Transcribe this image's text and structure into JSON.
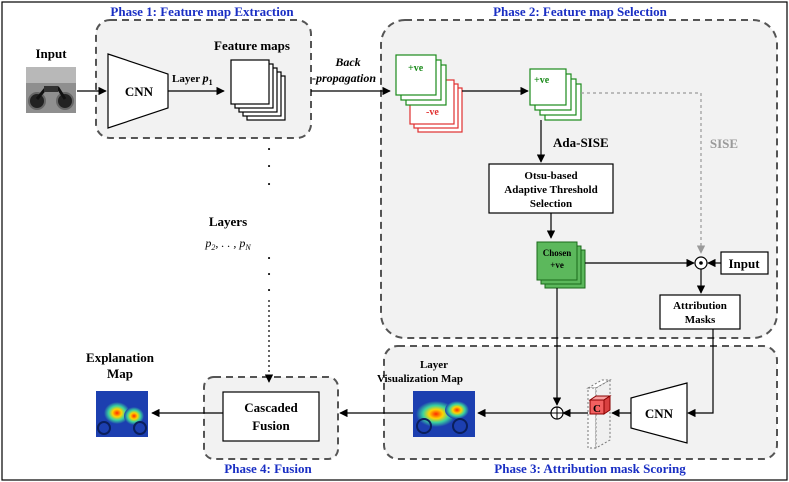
{
  "phases": {
    "p1": "Phase 1: Feature map Extraction",
    "p2": "Phase 2: Feature map Selection",
    "p3": "Phase 3: Attribution mask Scoring",
    "p4": "Phase 4: Fusion"
  },
  "labels": {
    "input": "Input",
    "cnn": "CNN",
    "layer_prefix": "Layer ",
    "layer_var": "p",
    "layer_sub": "1",
    "feature_maps": "Feature maps",
    "back1": "Back",
    "back2": "-propagation",
    "pos": "+ve",
    "neg": "-ve",
    "ada_sise": "Ada-SISE",
    "sise": "SISE",
    "otsu1": "Otsu-based",
    "otsu2": "Adaptive Threshold",
    "otsu3": "Selection",
    "chosen1": "Chosen",
    "chosen2": "+ve",
    "input2": "Input",
    "attr1": "Attribution",
    "attr2": "Masks",
    "layers": "Layers",
    "layers_var": "p",
    "layers_sub2": "2",
    "layers_mid": ", . . , ",
    "layers_subN": "N",
    "layer_viz1": "Layer",
    "layer_viz2": "Visualization Map",
    "cnn2": "CNN",
    "c": "C",
    "cascaded1": "Cascaded",
    "cascaded2": "Fusion",
    "expl1": "Explanation",
    "expl2": "Map",
    "dots": "·"
  },
  "colors": {
    "phase_title": "#1a2fc4",
    "positive": "#1a8a1a",
    "negative": "#e03030",
    "chosen_fill": "#5cb85c",
    "sise_grey": "#9a9a9a"
  }
}
